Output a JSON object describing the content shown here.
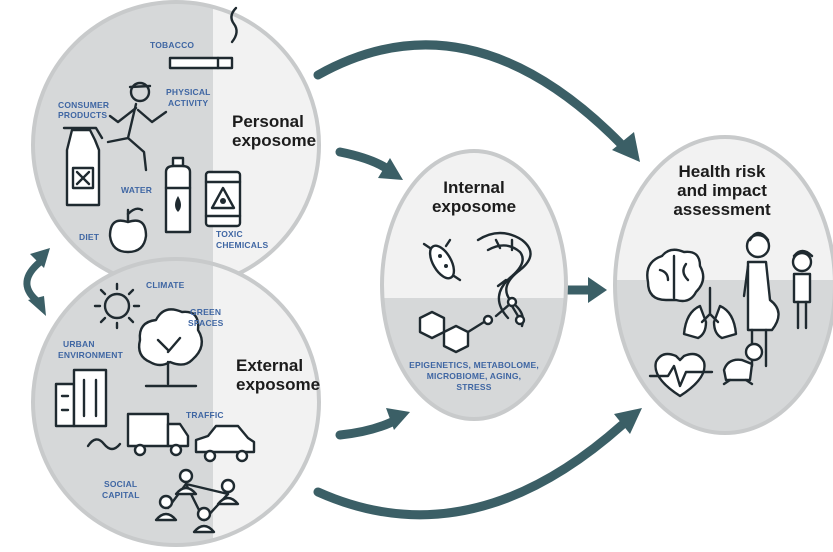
{
  "personal": {
    "title_line1": "Personal",
    "title_line2": "exposome",
    "labels": {
      "tobacco": "TOBACCO",
      "consumer_line1": "CONSUMER",
      "consumer_line2": "PRODUCTS",
      "physical_line1": "PHYSICAL",
      "physical_line2": "ACTIVITY",
      "water": "WATER",
      "diet": "DIET",
      "toxic_line1": "TOXIC",
      "toxic_line2": "CHEMICALS"
    }
  },
  "external": {
    "title_line1": "External",
    "title_line2": "exposome",
    "labels": {
      "climate": "CLIMATE",
      "green_line1": "GREEN",
      "green_line2": "SPACES",
      "urban_line1": "URBAN",
      "urban_line2": "ENVIRONMENT",
      "traffic": "TRAFFIC",
      "social_line1": "SOCIAL",
      "social_line2": "CAPITAL"
    }
  },
  "internal": {
    "title_line1": "Internal",
    "title_line2": "exposome",
    "caption_line1": "EPIGENETICS, METABOLOME,",
    "caption_line2": "MICROBIOME, AGING,",
    "caption_line3": "STRESS"
  },
  "health": {
    "title_line1": "Health risk",
    "title_line2": "and impact",
    "title_line3": "assessment"
  },
  "colors": {
    "circle_light": "#f2f2f2",
    "circle_shade": "#d6d8d9",
    "circle_border": "#c8cacb",
    "arrow": "#3b5f66",
    "label_blue": "#3f66a3",
    "title_dark": "#1c1c1c"
  }
}
